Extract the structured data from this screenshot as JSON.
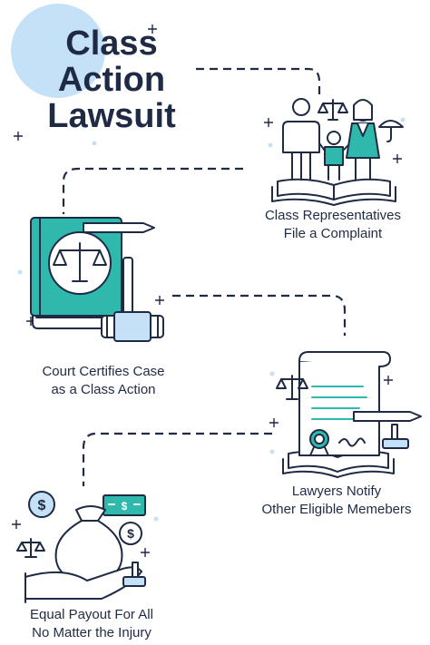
{
  "title": {
    "line1": "Class",
    "line2": "Action",
    "line3": "Lawsuit"
  },
  "steps": [
    {
      "line1": "Class Representatives",
      "line2": "File a Complaint"
    },
    {
      "line1": "Court Certifies Case",
      "line2": "as a Class Action"
    },
    {
      "line1": "Lawyers Notify",
      "line2": "Other Eligible Memebers"
    },
    {
      "line1": "Equal Payout For All",
      "line2": "No Matter the Injury"
    }
  ],
  "colors": {
    "navy": "#1f2a44",
    "teal": "#2fb8ac",
    "light_blue": "#c4e1f8",
    "white": "#ffffff"
  }
}
